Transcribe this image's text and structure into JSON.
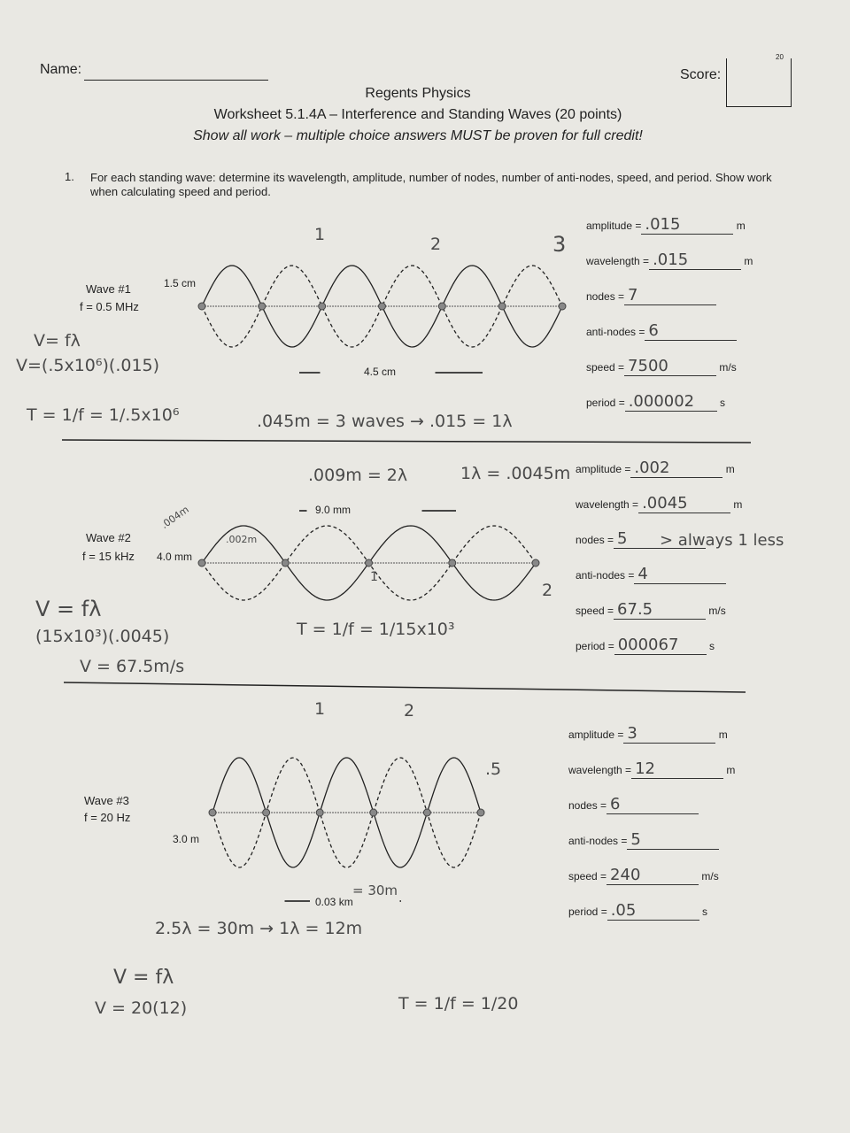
{
  "header": {
    "name_label": "Name:",
    "score_label": "Score:",
    "score_corner": "20",
    "course": "Regents Physics",
    "title": "Worksheet 5.1.4A – Interference and Standing Waves (20 points)",
    "subtitle": "Show all work – multiple choice answers MUST be proven for full credit!"
  },
  "question": {
    "number": "1.",
    "text_line1": "For each standing wave: determine its wavelength, amplitude, number of nodes, number of anti-nodes, speed, and period.  Show work",
    "text_line2": "when calculating speed and period."
  },
  "waves": [
    {
      "label": "Wave #1",
      "freq": "f = 0.5 MHz",
      "amp_label": "1.5 cm",
      "len_label": "4.5 cm",
      "answers": [
        {
          "k": "amplitude =",
          "v": ".015",
          "u": "m"
        },
        {
          "k": "wavelength =",
          "v": ".015",
          "u": "m"
        },
        {
          "k": "nodes =",
          "v": "7",
          "u": ""
        },
        {
          "k": "anti-nodes =",
          "v": "6",
          "u": ""
        },
        {
          "k": "speed =",
          "v": "7500",
          "u": "m/s"
        },
        {
          "k": "period =",
          "v": ".000002",
          "u": "s"
        }
      ],
      "work": [
        "V= fλ",
        "V=(.5x10⁶)(.015)",
        "T = 1/f = 1/.5x10⁶",
        ".045m = 3 waves → .015 = 1λ"
      ],
      "marks": [
        "1",
        "2",
        "3"
      ]
    },
    {
      "label": "Wave #2",
      "freq": "f = 15 kHz",
      "amp_label": "4.0 mm",
      "len_label": "9.0 mm",
      "answers": [
        {
          "k": "amplitude =",
          "v": ".002",
          "u": "m"
        },
        {
          "k": "wavelength =",
          "v": ".0045",
          "u": "m"
        },
        {
          "k": "nodes =",
          "v": "5",
          "u": ""
        },
        {
          "k": "anti-nodes =",
          "v": "4",
          "u": ""
        },
        {
          "k": "speed =",
          "v": "67.5",
          "u": "m/s"
        },
        {
          "k": "period =",
          "v": "000067",
          "u": "s"
        }
      ],
      "work": [
        "V = fλ",
        "(15x10³)(.0045)",
        "V = 67.5m/s",
        "T = 1/f = 1/15x10³",
        ".009m = 2λ",
        "1λ = .0045m",
        ".004m",
        ".002m",
        "> always 1 less"
      ],
      "marks": [
        "1",
        "2"
      ]
    },
    {
      "label": "Wave #3",
      "freq": "f = 20 Hz",
      "amp_label": "3.0 m",
      "len_label": "0.03 km",
      "answers": [
        {
          "k": "amplitude =",
          "v": "3",
          "u": "m"
        },
        {
          "k": "wavelength =",
          "v": "12",
          "u": "m"
        },
        {
          "k": "nodes =",
          "v": "6",
          "u": ""
        },
        {
          "k": "anti-nodes =",
          "v": "5",
          "u": ""
        },
        {
          "k": "speed =",
          "v": "240",
          "u": "m/s"
        },
        {
          "k": "period =",
          "v": ".05",
          "u": "s"
        }
      ],
      "work": [
        "2.5λ = 30m → 1λ = 12m",
        "V = fλ",
        "V = 20(12)",
        "T = 1/f = 1/20",
        "= 30m"
      ],
      "marks": [
        "1",
        "2",
        ".5"
      ]
    }
  ]
}
